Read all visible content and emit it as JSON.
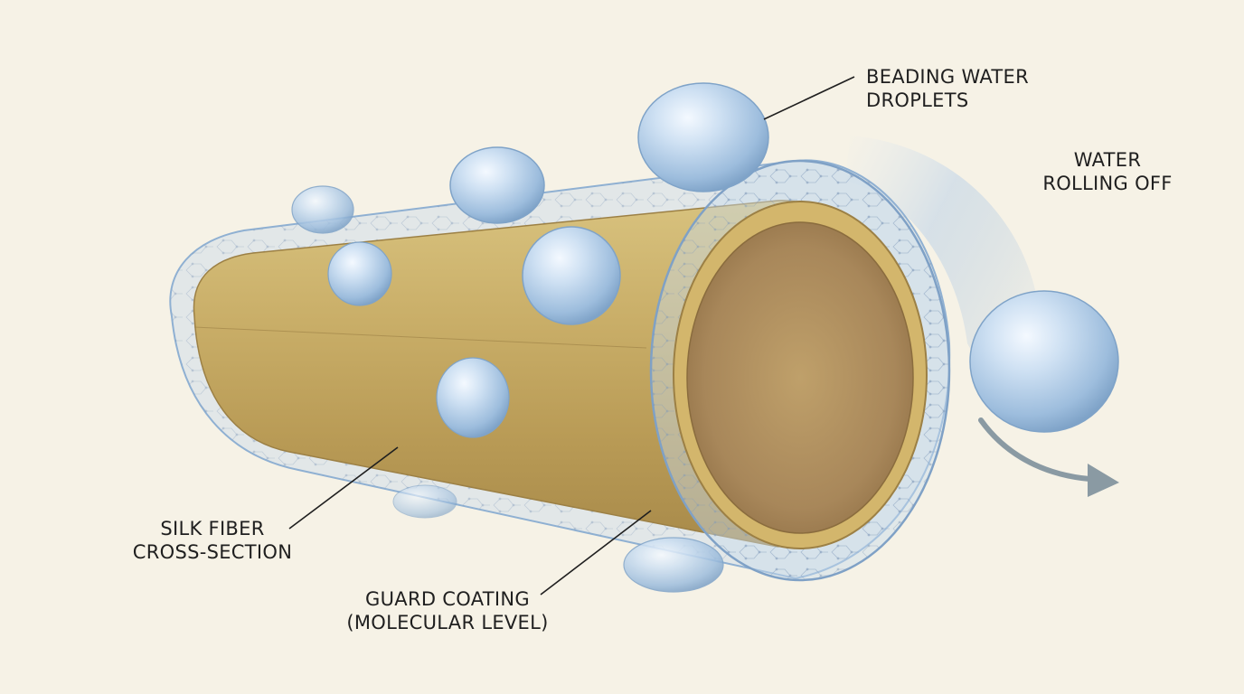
{
  "labels": {
    "beading_water": {
      "line1": "BEADING WATER",
      "line2": "DROPLETS"
    },
    "water_rolling": {
      "line1": "WATER",
      "line2": "ROLLING OFF"
    },
    "silk_fiber": {
      "line1": "SILK FIBER",
      "line2": "CROSS-SECTION"
    },
    "guard_coating": {
      "line1": "GUARD COATING",
      "line2": "(MOLECULAR LEVEL)"
    }
  },
  "colors": {
    "background": "#f6f2e6",
    "fiber_gold": "#c8ad66",
    "fiber_inner": "#a8875a",
    "coating_blue": "#a9c4de",
    "droplet_blue": "#b9d3ec",
    "arrow_gray": "#8a9aa3",
    "leader_line": "#1f1f1f"
  }
}
